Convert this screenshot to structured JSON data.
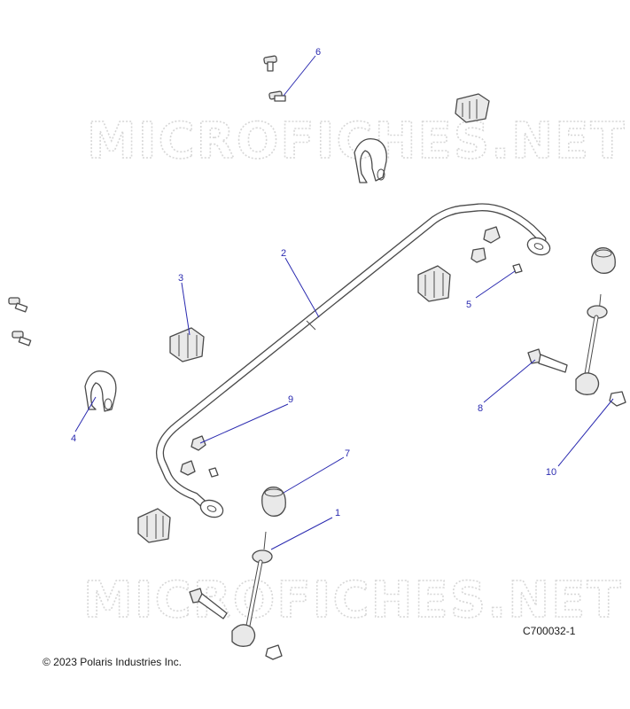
{
  "watermark": "MICROFICHES.NET",
  "drawing_id": "C700032-1",
  "copyright": "© 2023 Polaris Industries Inc.",
  "callouts": [
    "1",
    "2",
    "3",
    "4",
    "5",
    "6",
    "7",
    "8",
    "9",
    "10"
  ],
  "colors": {
    "callout": "#2b2bb0",
    "line": "#4a4a4a",
    "watermark": "#d7d7d7"
  }
}
